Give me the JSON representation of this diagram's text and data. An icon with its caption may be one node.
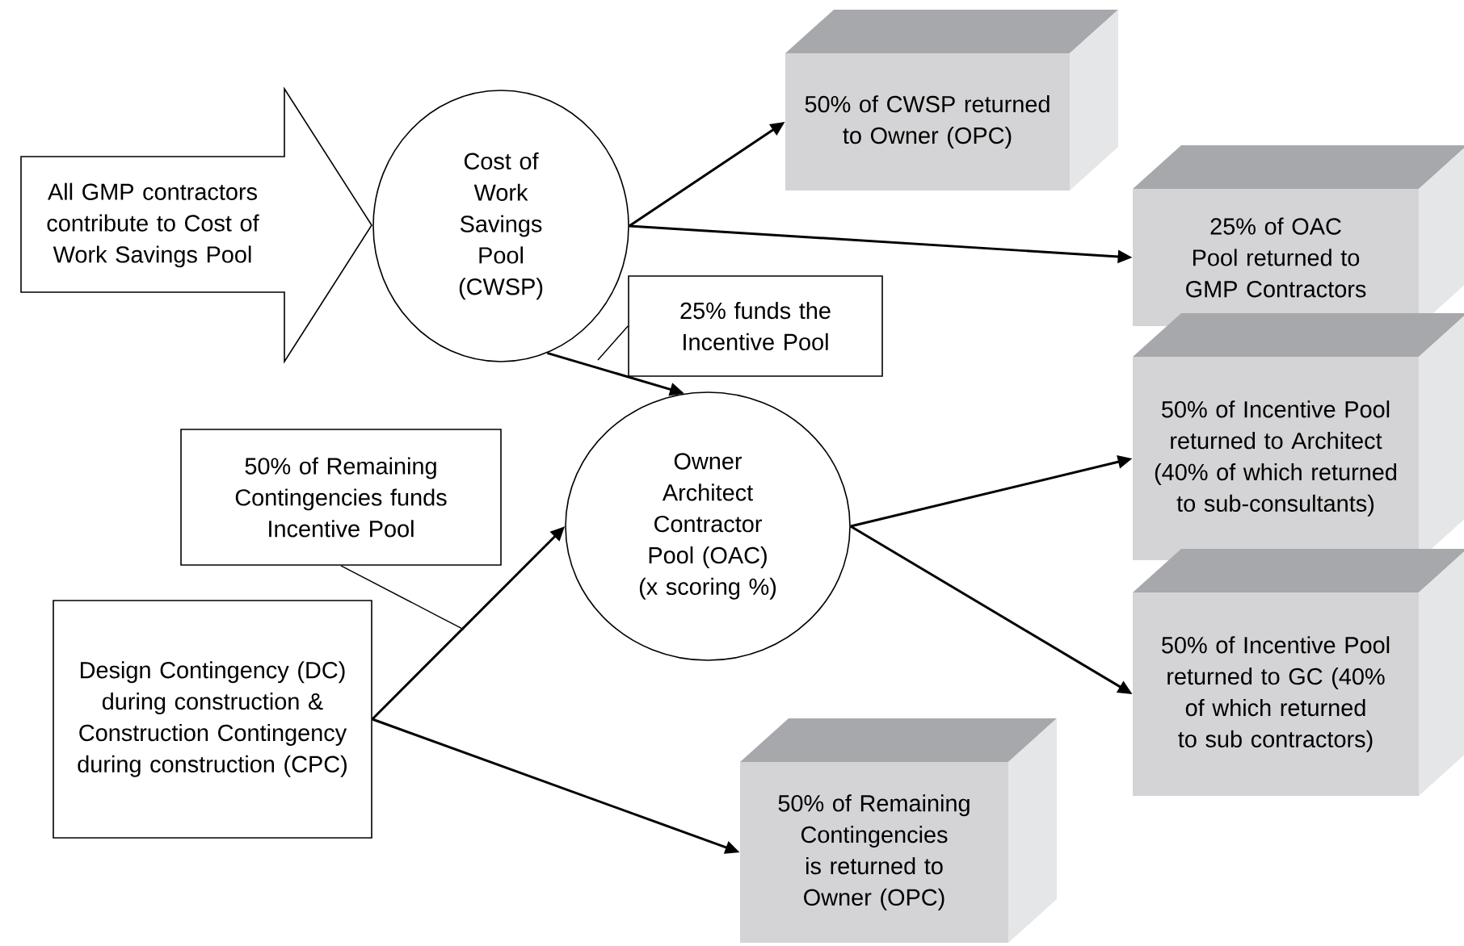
{
  "diagram": {
    "nodes": [
      {
        "text": [
          "All GMP contractors contribute to Cost of Work Savings Pool"
        ]
      },
      {
        "text": [
          "Cost of Work Savings Pool (CWSP)"
        ]
      },
      {
        "text": [
          "50% of CWSP returned to Owner (OPC)"
        ]
      },
      {
        "text": [
          "25% of OAC Pool returned to GMP Contractors"
        ]
      },
      {
        "text": [
          "25% funds the Incentive Pool"
        ]
      },
      {
        "text": [
          "50% of Remaining Contingencies funds Incentive Pool"
        ]
      },
      {
        "text": [
          "Owner Architect Contractor Pool (OAC) (x scoring %)"
        ]
      },
      {
        "text": [
          "50% of Incentive Pool returned to Architect (40% of which returned to sub-consultants)"
        ]
      },
      {
        "text": [
          "50% of Incentive Pool returned to GC (40% of which returned to sub contractors)"
        ]
      },
      {
        "text": [
          "Design Contingency (DC) during construction & Construction Contingency during construction (CPC)"
        ]
      },
      {
        "text": [
          "50% of Remaining Contingencies is returned to Owner (OPC)"
        ]
      }
    ],
    "edges": [
      {
        "from": 1,
        "to": 2,
        "arrow": "to"
      },
      {
        "from": 1,
        "to": 3,
        "arrow": "to"
      },
      {
        "from": 1,
        "to": 6,
        "arrow": "to"
      },
      {
        "from": 4,
        "to": null,
        "arrow": "none"
      },
      {
        "from": 9,
        "to": 6,
        "arrow": "to"
      },
      {
        "from": 5,
        "to": null,
        "arrow": "none"
      },
      {
        "from": 9,
        "to": 10,
        "arrow": "to"
      },
      {
        "from": 6,
        "to": 7,
        "arrow": "to"
      },
      {
        "from": 6,
        "to": 8,
        "arrow": "to"
      }
    ]
  }
}
